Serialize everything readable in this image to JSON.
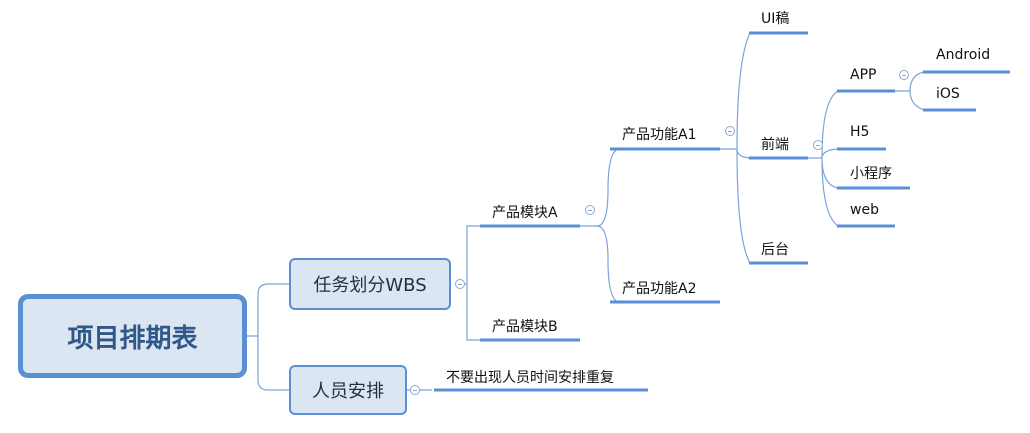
{
  "mindmap": {
    "root": "项目排期表",
    "branches": {
      "wbs": "任务划分WBS",
      "staff": "人员安排"
    },
    "wbs_children": {
      "module_a": "产品模块A",
      "module_b": "产品模块B"
    },
    "module_a_children": {
      "func_a1": "产品功能A1",
      "func_a2": "产品功能A2"
    },
    "func_a1_children": {
      "ui": "UI稿",
      "frontend": "前端",
      "backend": "后台"
    },
    "frontend_children": {
      "app": "APP",
      "h5": "H5",
      "miniprogram": "小程序",
      "web": "web"
    },
    "app_children": {
      "android": "Android",
      "ios": "iOS"
    },
    "staff_children": {
      "note": "不要出现人员时间安排重复"
    }
  },
  "colors": {
    "line": "#5b8fd4",
    "node_fill": "#dce6f2",
    "root_text": "#2f5889"
  }
}
